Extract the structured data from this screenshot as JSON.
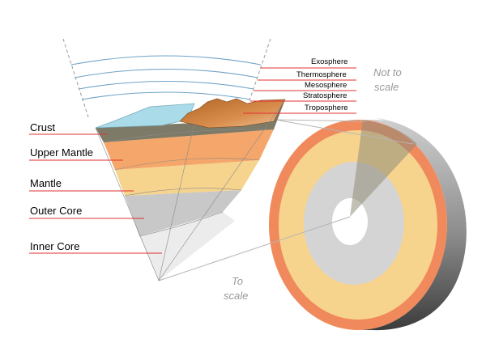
{
  "layers": {
    "crust": "Crust",
    "upper_mantle": "Upper Mantle",
    "mantle": "Mantle",
    "outer_core": "Outer Core",
    "inner_core": "Inner Core"
  },
  "atmosphere": {
    "exosphere": "Exosphere",
    "thermosphere": "Thermosphere",
    "mesosphere": "Mesosphere",
    "stratosphere": "Stratosphere",
    "troposphere": "Troposphere"
  },
  "notes": {
    "not_to_scale_1": "Not to",
    "not_to_scale_2": "scale",
    "to_scale_1": "To",
    "to_scale_2": "scale"
  },
  "colors": {
    "crust": "#7d7a67",
    "upper_mantle": "#f5a66a",
    "mantle": "#f7d48e",
    "outer_core": "#c8c8c8",
    "inner_core": "#e8e8e8",
    "ocean": "#a9dbe9",
    "mountains": "#c87a3a",
    "atmosphere_lines": "#6fa3c7",
    "leader_lines": "#e03030"
  }
}
